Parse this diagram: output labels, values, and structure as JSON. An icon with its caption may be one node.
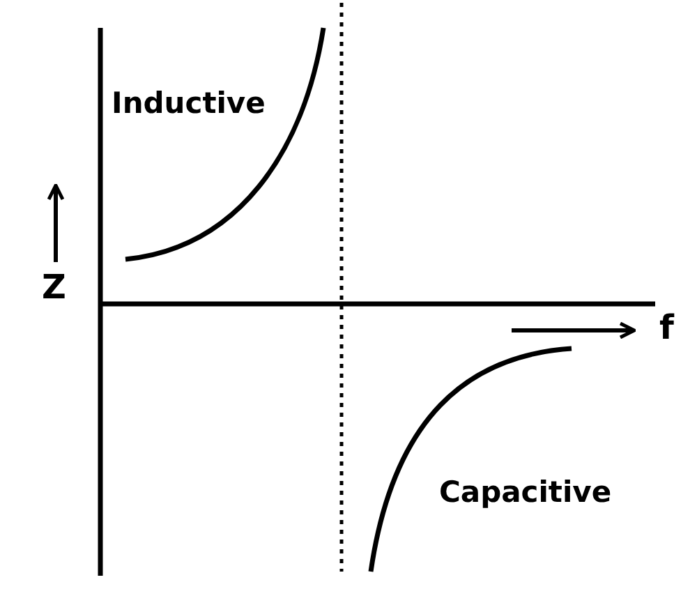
{
  "diagram": {
    "labels": [
      "Inductive",
      "Z",
      "f",
      "Capacitive"
    ]
  }
}
